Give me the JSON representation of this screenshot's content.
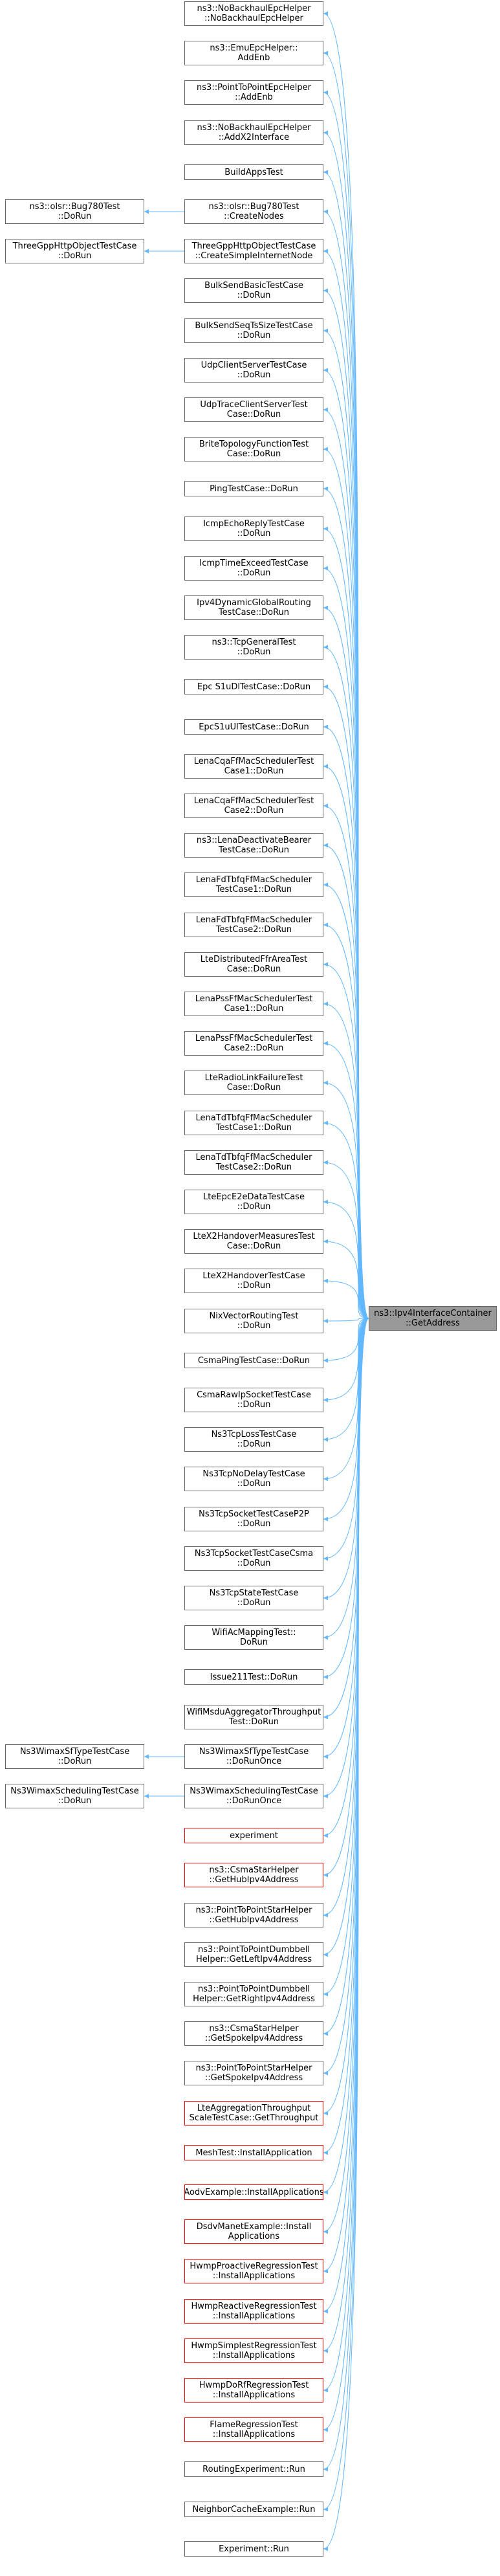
{
  "graph": {
    "target": {
      "id": "T",
      "label": "ns3::Ipv4InterfaceContainer\n::GetAddress"
    },
    "nodes": [
      {
        "id": "n1",
        "label": "ns3::NoBackhaulEpcHelper\n::NoBackhaulEpcHelper",
        "style": "normal"
      },
      {
        "id": "n2",
        "label": "ns3::EmuEpcHelper::\nAddEnb",
        "style": "normal"
      },
      {
        "id": "n3",
        "label": "ns3::PointToPointEpcHelper\n::AddEnb",
        "style": "normal"
      },
      {
        "id": "n4",
        "label": "ns3::NoBackhaulEpcHelper\n::AddX2Interface",
        "style": "normal"
      },
      {
        "id": "n5",
        "label": "BuildAppsTest",
        "style": "normal"
      },
      {
        "id": "n6",
        "label": "ns3::olsr::Bug780Test\n::CreateNodes",
        "style": "normal"
      },
      {
        "id": "n7",
        "label": "ThreeGppHttpObjectTestCase\n::CreateSimpleInternetNode",
        "style": "normal"
      },
      {
        "id": "n8",
        "label": "BulkSendBasicTestCase\n::DoRun",
        "style": "normal"
      },
      {
        "id": "n9",
        "label": "BulkSendSeqTsSizeTestCase\n::DoRun",
        "style": "normal"
      },
      {
        "id": "n10",
        "label": "UdpClientServerTestCase\n::DoRun",
        "style": "normal"
      },
      {
        "id": "n11",
        "label": "UdpTraceClientServerTest\nCase::DoRun",
        "style": "normal"
      },
      {
        "id": "n12",
        "label": "BriteTopologyFunctionTest\nCase::DoRun",
        "style": "normal"
      },
      {
        "id": "n13",
        "label": "PingTestCase::DoRun",
        "style": "normal"
      },
      {
        "id": "n14",
        "label": "IcmpEchoReplyTestCase\n::DoRun",
        "style": "normal"
      },
      {
        "id": "n15",
        "label": "IcmpTimeExceedTestCase\n::DoRun",
        "style": "normal"
      },
      {
        "id": "n16",
        "label": "Ipv4DynamicGlobalRouting\nTestCase::DoRun",
        "style": "normal"
      },
      {
        "id": "n17",
        "label": "ns3::TcpGeneralTest\n::DoRun",
        "style": "normal"
      },
      {
        "id": "n18",
        "label": "Epc S1uDlTestCase::DoRun",
        "style": "normal"
      },
      {
        "id": "n19",
        "label": "EpcS1uUlTestCase::DoRun",
        "style": "normal"
      },
      {
        "id": "n20",
        "label": "LenaCqaFfMacSchedulerTest\nCase1::DoRun",
        "style": "normal"
      },
      {
        "id": "n21",
        "label": "LenaCqaFfMacSchedulerTest\nCase2::DoRun",
        "style": "normal"
      },
      {
        "id": "n22",
        "label": "ns3::LenaDeactivateBearer\nTestCase::DoRun",
        "style": "normal"
      },
      {
        "id": "n23",
        "label": "LenaFdTbfqFfMacScheduler\nTestCase1::DoRun",
        "style": "normal"
      },
      {
        "id": "n24",
        "label": "LenaFdTbfqFfMacScheduler\nTestCase2::DoRun",
        "style": "normal"
      },
      {
        "id": "n25",
        "label": "LteDistributedFfrAreaTest\nCase::DoRun",
        "style": "normal"
      },
      {
        "id": "n26",
        "label": "LenaPssFfMacSchedulerTest\nCase1::DoRun",
        "style": "normal"
      },
      {
        "id": "n27",
        "label": "LenaPssFfMacSchedulerTest\nCase2::DoRun",
        "style": "normal"
      },
      {
        "id": "n28",
        "label": "LteRadioLinkFailureTest\nCase::DoRun",
        "style": "normal"
      },
      {
        "id": "n29",
        "label": "LenaTdTbfqFfMacScheduler\nTestCase1::DoRun",
        "style": "normal"
      },
      {
        "id": "n30",
        "label": "LenaTdTbfqFfMacScheduler\nTestCase2::DoRun",
        "style": "normal"
      },
      {
        "id": "n31",
        "label": "LteEpcE2eDataTestCase\n::DoRun",
        "style": "normal"
      },
      {
        "id": "n32",
        "label": "LteX2HandoverMeasuresTest\nCase::DoRun",
        "style": "normal"
      },
      {
        "id": "n33",
        "label": "LteX2HandoverTestCase\n::DoRun",
        "style": "normal"
      },
      {
        "id": "n34",
        "label": "NixVectorRoutingTest\n::DoRun",
        "style": "normal"
      },
      {
        "id": "n35",
        "label": "CsmaPingTestCase::DoRun",
        "style": "normal"
      },
      {
        "id": "n36",
        "label": "CsmaRawIpSocketTestCase\n::DoRun",
        "style": "normal"
      },
      {
        "id": "n37",
        "label": "Ns3TcpLossTestCase\n::DoRun",
        "style": "normal"
      },
      {
        "id": "n38",
        "label": "Ns3TcpNoDelayTestCase\n::DoRun",
        "style": "normal"
      },
      {
        "id": "n39",
        "label": "Ns3TcpSocketTestCaseP2P\n::DoRun",
        "style": "normal"
      },
      {
        "id": "n40",
        "label": "Ns3TcpSocketTestCaseCsma\n::DoRun",
        "style": "normal"
      },
      {
        "id": "n41",
        "label": "Ns3TcpStateTestCase\n::DoRun",
        "style": "normal"
      },
      {
        "id": "n42",
        "label": "WifiAcMappingTest::\nDoRun",
        "style": "normal"
      },
      {
        "id": "n43",
        "label": "Issue211Test::DoRun",
        "style": "normal"
      },
      {
        "id": "n44",
        "label": "WifiMsduAggregatorThroughput\nTest::DoRun",
        "style": "normal"
      },
      {
        "id": "n45",
        "label": "Ns3WimaxSfTypeTestCase\n::DoRunOnce",
        "style": "normal"
      },
      {
        "id": "n46",
        "label": "Ns3WimaxSchedulingTestCase\n::DoRunOnce",
        "style": "normal"
      },
      {
        "id": "n47",
        "label": "experiment",
        "style": "red"
      },
      {
        "id": "n48",
        "label": "ns3::CsmaStarHelper\n::GetHubIpv4Address",
        "style": "red"
      },
      {
        "id": "n49",
        "label": "ns3::PointToPointStarHelper\n::GetHubIpv4Address",
        "style": "normal"
      },
      {
        "id": "n50",
        "label": "ns3::PointToPointDumbbell\nHelper::GetLeftIpv4Address",
        "style": "normal"
      },
      {
        "id": "n51",
        "label": "ns3::PointToPointDumbbell\nHelper::GetRightIpv4Address",
        "style": "normal"
      },
      {
        "id": "n52",
        "label": "ns3::CsmaStarHelper\n::GetSpokeIpv4Address",
        "style": "normal"
      },
      {
        "id": "n53",
        "label": "ns3::PointToPointStarHelper\n::GetSpokeIpv4Address",
        "style": "normal"
      },
      {
        "id": "n54",
        "label": "LteAggregationThroughput\nScaleTestCase::GetThroughput",
        "style": "red"
      },
      {
        "id": "n55",
        "label": "MeshTest::InstallApplication",
        "style": "red"
      },
      {
        "id": "n56",
        "label": "AodvExample::InstallApplications",
        "style": "red"
      },
      {
        "id": "n57",
        "label": "DsdvManetExample::Install\nApplications",
        "style": "red"
      },
      {
        "id": "n58",
        "label": "HwmpProactiveRegressionTest\n::InstallApplications",
        "style": "red"
      },
      {
        "id": "n59",
        "label": "HwmpReactiveRegressionTest\n::InstallApplications",
        "style": "red"
      },
      {
        "id": "n60",
        "label": "HwmpSimplestRegressionTest\n::InstallApplications",
        "style": "red"
      },
      {
        "id": "n61",
        "label": "HwmpDoRfRegressionTest\n::InstallApplications",
        "style": "red"
      },
      {
        "id": "n62",
        "label": "FlameRegressionTest\n::InstallApplications",
        "style": "red"
      },
      {
        "id": "n63",
        "label": "RoutingExperiment::Run",
        "style": "normal"
      },
      {
        "id": "n64",
        "label": "NeighborCacheExample::Run",
        "style": "normal"
      },
      {
        "id": "n65",
        "label": "Experiment::Run",
        "style": "normal"
      }
    ],
    "callers": [
      {
        "id": "c1",
        "label": "ns3::olsr::Bug780Test\n::DoRun",
        "style": "normal",
        "calls": "n6"
      },
      {
        "id": "c2",
        "label": "ThreeGppHttpObjectTestCase\n::DoRun",
        "style": "normal",
        "calls": "n7"
      },
      {
        "id": "c3",
        "label": "Ns3WimaxSfTypeTestCase\n::DoRun",
        "style": "normal",
        "calls": "n45"
      },
      {
        "id": "c4",
        "label": "Ns3WimaxSchedulingTestCase\n::DoRun",
        "style": "normal",
        "calls": "n46"
      }
    ],
    "colors": {
      "edge": "#63b8ff",
      "node_border": "#666666",
      "node_border_red": "#ff0000",
      "target_fill": "#999999"
    }
  }
}
